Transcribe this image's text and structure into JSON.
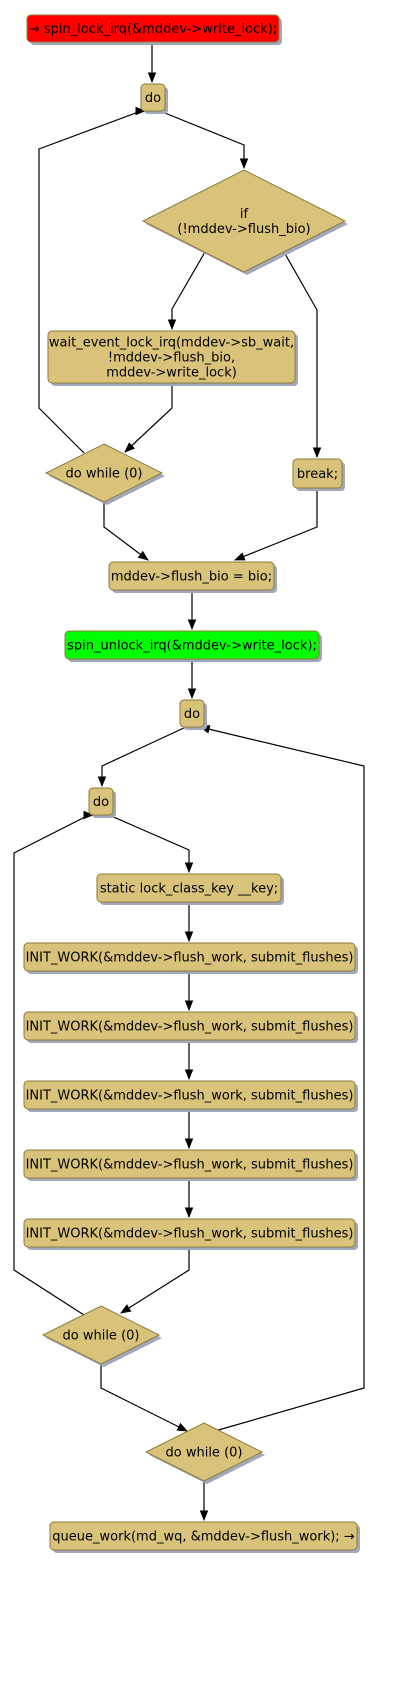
{
  "colors": {
    "node_fill": "#d9c27a",
    "node_stroke": "#8f7a3a",
    "start_fill": "#ff0000",
    "end_fill": "#00ff00",
    "shadow": "#9fa8bd"
  },
  "nodes": {
    "n_start": "→ spin_lock_irq(&mddev->write_lock);",
    "n_do1": "do",
    "n_if": [
      "if",
      "(!mddev->flush_bio)"
    ],
    "n_wait": [
      "wait_event_lock_irq(mddev->sb_wait,",
      "!mddev->flush_bio,",
      "mddev->write_lock)"
    ],
    "n_dowhile1": "do while (0)",
    "n_break": "break;",
    "n_assign": "mddev->flush_bio = bio;",
    "n_unlock": "spin_unlock_irq(&mddev->write_lock);",
    "n_do2": "do",
    "n_do3": "do",
    "n_static": "static lock_class_key __key;",
    "n_init1": "INIT_WORK(&mddev->flush_work, submit_flushes)",
    "n_init2": "INIT_WORK(&mddev->flush_work, submit_flushes)",
    "n_init3": "INIT_WORK(&mddev->flush_work, submit_flushes)",
    "n_init4": "INIT_WORK(&mddev->flush_work, submit_flushes)",
    "n_init5": "INIT_WORK(&mddev->flush_work, submit_flushes)",
    "n_dowhile3": "do while (0)",
    "n_dowhile2": "do while (0)",
    "n_queue": "queue_work(md_wq, &mddev->flush_work); →"
  }
}
